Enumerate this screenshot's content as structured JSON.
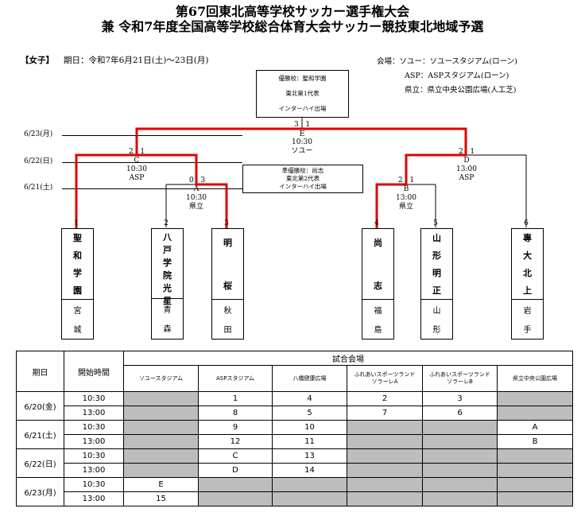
{
  "title": {
    "line1": "第67回東北高等学校サッカー選手権大会",
    "line2": "兼 令和7年度全国高等学校総合体育大会サッカー競技東北地域予選"
  },
  "header": {
    "category": "【女子】",
    "period": "期日：令和7年6月21日(土)～23日(月)",
    "venues": [
      "会場：ソユー：ソユースタジアム(ローン)",
      "ASP：ASPスタジアム(ローン)",
      "県立：県立中央公園広場(人工芝)"
    ]
  },
  "dates": {
    "d623": "6/23(月)",
    "d622": "6/22(日)",
    "d621": "6/21(土)"
  },
  "champion_box": {
    "l1": "優勝校：聖和学園",
    "l2": "東北第1代表",
    "l3": "インターハイ出場"
  },
  "runnerup_box": {
    "l1": "準優勝校：尚志",
    "l2": "東北第2代表",
    "l3": "インターハイ出場"
  },
  "matches": {
    "E": {
      "score_l": "3",
      "score_r": "1",
      "id": "E",
      "time": "10:30",
      "venue": "ソユー"
    },
    "C": {
      "score_l": "2",
      "score_r": "1",
      "id": "C",
      "time": "10:30",
      "venue": "ASP"
    },
    "D": {
      "score_l": "2",
      "score_r": "1",
      "id": "D",
      "time": "13:00",
      "venue": "ASP"
    },
    "A": {
      "score_l": "0",
      "score_r": "3",
      "id": "A",
      "time": "10:30",
      "venue": "県立"
    },
    "B": {
      "score_l": "2",
      "score_r": "1",
      "id": "B",
      "time": "13:00",
      "venue": "県立"
    }
  },
  "teams": [
    {
      "num": "1",
      "name": [
        "聖",
        "和",
        "学",
        "園"
      ],
      "pref": [
        "宮",
        "城"
      ]
    },
    {
      "num": "2",
      "name": [
        "八",
        "戸",
        "学",
        "院",
        "光",
        "星"
      ],
      "pref": [
        "青",
        "森"
      ]
    },
    {
      "num": "3",
      "name": [
        "明",
        "",
        "桜"
      ],
      "pref": [
        "秋",
        "田"
      ]
    },
    {
      "num": "4",
      "name": [
        "尚",
        "",
        "志"
      ],
      "pref": [
        "福",
        "島"
      ]
    },
    {
      "num": "5",
      "name": [
        "山",
        "形",
        "明",
        "正"
      ],
      "pref": [
        "山",
        "形"
      ]
    },
    {
      "num": "6",
      "name": [
        "專",
        "大",
        "北",
        "上"
      ],
      "pref": [
        "岩",
        "手"
      ]
    }
  ],
  "schedule": {
    "h_date": "期日",
    "h_time": "開始時間",
    "h_venue": "試合会場",
    "venues": [
      "ソユースタジアム",
      "ASPスタジアム",
      "八橋健康広場",
      "ふれあいスポーツランド\nソラーレA",
      "ふれあいスポーツランド\nソラーレB",
      "県立中央公園広場"
    ],
    "days": [
      {
        "date": "6/20(金)",
        "rows": [
          {
            "time": "10:30",
            "cells": [
              "",
              "1",
              "4",
              "2",
              "3",
              ""
            ]
          },
          {
            "time": "13:00",
            "cells": [
              "",
              "8",
              "5",
              "7",
              "6",
              ""
            ]
          }
        ]
      },
      {
        "date": "6/21(土)",
        "rows": [
          {
            "time": "10:30",
            "cells": [
              "",
              "9",
              "10",
              "",
              "",
              "A"
            ]
          },
          {
            "time": "13:00",
            "cells": [
              "",
              "12",
              "11",
              "",
              "",
              "B"
            ]
          }
        ]
      },
      {
        "date": "6/22(日)",
        "rows": [
          {
            "time": "10:30",
            "cells": [
              "",
              "C",
              "13",
              "",
              "",
              ""
            ]
          },
          {
            "time": "13:00",
            "cells": [
              "",
              "D",
              "14",
              "",
              "",
              ""
            ]
          }
        ]
      },
      {
        "date": "6/23(月)",
        "rows": [
          {
            "time": "10:30",
            "cells": [
              "E",
              "",
              "",
              "",
              "",
              ""
            ]
          },
          {
            "time": "13:00",
            "cells": [
              "15",
              "",
              "",
              "",
              "",
              ""
            ]
          }
        ]
      }
    ]
  },
  "colors": {
    "winner_line": "#e00000",
    "shade": "#bdbdbd"
  }
}
